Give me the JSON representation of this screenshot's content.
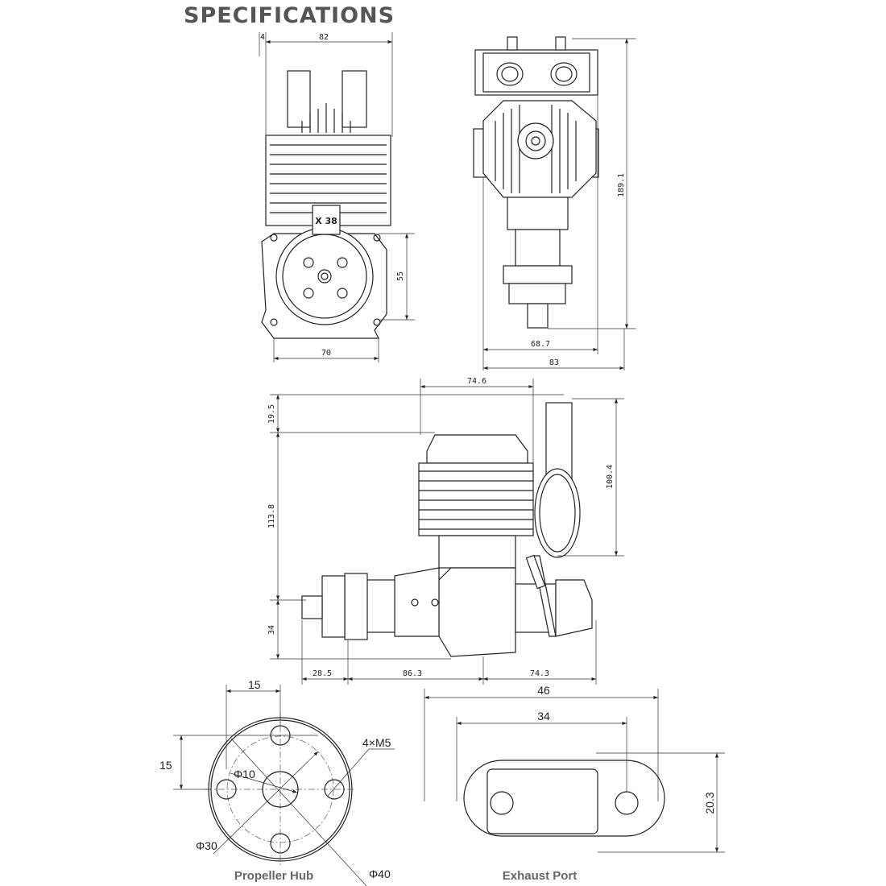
{
  "title": "SPECIFICATIONS",
  "front_view": {
    "dim_side": "4",
    "dim_width": "82",
    "dim_mount_height": "55",
    "dim_mount_width": "70",
    "badge": "X 38"
  },
  "side_view": {
    "dim_height": "189.1",
    "dim_inner_width": "68.7",
    "dim_width": "83"
  },
  "top_view": {
    "dim_head": "74.6",
    "dim_top": "19.5",
    "dim_cyl": "113.8",
    "dim_muffler": "100.4",
    "dim_bottom": "34",
    "dim_hub": "28.5",
    "dim_body": "86.3",
    "dim_carb": "74.3"
  },
  "propeller_hub": {
    "caption": "Propeller Hub",
    "dim_x": "15",
    "dim_y": "15",
    "center_dia": "Φ10",
    "bolts": "4×M5",
    "bolt_circle": "Φ30",
    "outer_dia": "Φ40"
  },
  "exhaust_port": {
    "caption": "Exhaust Port",
    "dim_outer": "46",
    "dim_holes": "34",
    "dim_height": "20.3"
  }
}
